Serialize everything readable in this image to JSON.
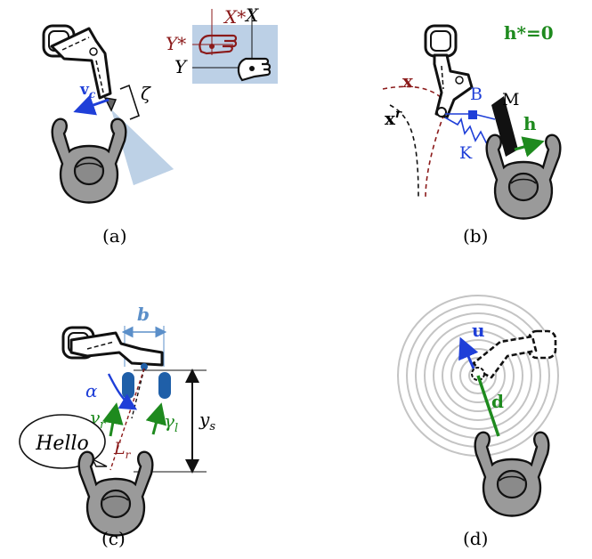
{
  "panels": {
    "a": {
      "caption": "(a)",
      "label_vc_main": "v",
      "label_vc_sub": "c",
      "label_zeta": "ζ",
      "inset_xstar": "X*",
      "inset_ystar": "Y*",
      "inset_x": "X",
      "inset_y": "Y"
    },
    "b": {
      "caption": "(b)",
      "label_hstar": "h*=0",
      "label_x": "x",
      "label_xr_main": "x",
      "label_xr_sup": "r",
      "label_B": "B",
      "label_M": "M",
      "label_K": "K",
      "label_h": "h"
    },
    "c": {
      "caption": "(c)",
      "label_b": "b",
      "label_alpha": "α",
      "label_gamma_r_main": "γ",
      "label_gamma_r_sub": "r",
      "label_gamma_l_main": "γ",
      "label_gamma_l_sub": "l",
      "label_ys_main": "y",
      "label_ys_sub": "s",
      "label_Lr_main": "L",
      "label_Lr_sub": "r",
      "speech": "Hello"
    },
    "d": {
      "caption": "(d)",
      "label_u": "u",
      "label_d": "d"
    }
  },
  "colors": {
    "blue": "#1f3fd8",
    "green": "#1e8a1e",
    "darkred": "#8b1a1a",
    "cone": "#bcd0e6",
    "person": "#9a9a9a",
    "ring": "#c4c4c4",
    "steelblue": "#5b8fc9",
    "ink": "#111111"
  }
}
